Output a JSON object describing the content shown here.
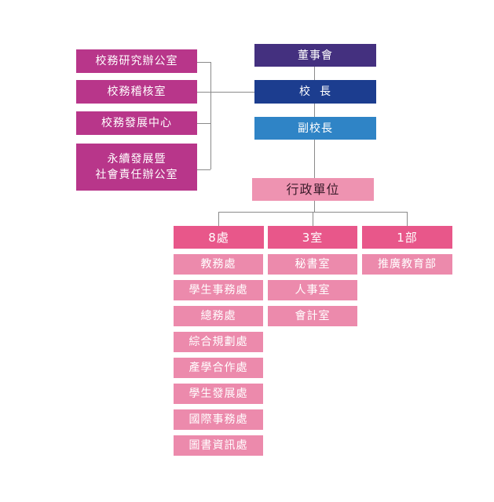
{
  "left_offices": {
    "research": "校務研究辦公室",
    "audit": "校務稽核室",
    "development": "校務發展中心",
    "sustainability_line1": "永續發展暨",
    "sustainability_line2": "社會責任辦公室"
  },
  "leadership": {
    "board": "董事會",
    "president": "校  長",
    "vice_president": "副校長"
  },
  "admin_units": "行政單位",
  "groups": [
    {
      "title": "8處",
      "items": [
        "教務處",
        "學生事務處",
        "總務處",
        "綜合規劃處",
        "產學合作處",
        "學生發展處",
        "國際事務處",
        "圖書資訊處"
      ]
    },
    {
      "title": "3室",
      "items": [
        "秘書室",
        "人事室",
        "會計室"
      ]
    },
    {
      "title": "1部",
      "items": [
        "推廣教育部"
      ]
    }
  ],
  "colors": {
    "magenta": "#b8368a",
    "purple": "#44307f",
    "navy": "#1c3d8f",
    "blue": "#2f84c6",
    "pink_mid": "#ee93b1",
    "pink_head": "#e8578a",
    "pink_item": "#ec8aac",
    "connector": "#8a8a8a"
  }
}
